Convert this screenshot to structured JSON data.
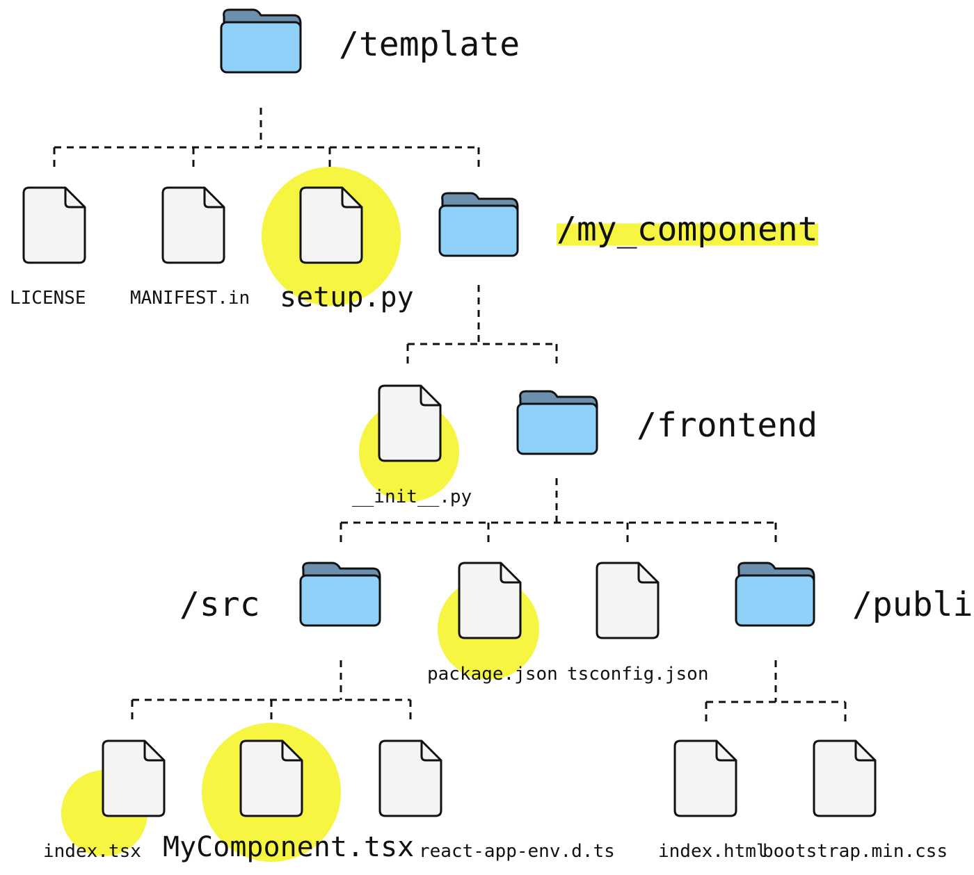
{
  "colors": {
    "folder_fill": "#8ed0f7",
    "folder_tab": "#6b8fad",
    "file_fill": "#f4f4f4",
    "highlight": "#f5f542",
    "stroke": "#111111"
  },
  "tree": {
    "root": {
      "label": "/template",
      "icon": "folder-icon"
    },
    "template_children": [
      {
        "label": "LICENSE",
        "icon": "file-icon",
        "highlighted": false
      },
      {
        "label": "MANIFEST.in",
        "icon": "file-icon",
        "highlighted": false
      },
      {
        "label": "setup.py",
        "icon": "file-icon",
        "highlighted": true
      },
      {
        "label": "/my_component",
        "icon": "folder-icon",
        "highlighted": true
      }
    ],
    "my_component_children": [
      {
        "label": "__init__.py",
        "icon": "file-icon",
        "highlighted": true
      },
      {
        "label": "/frontend",
        "icon": "folder-icon",
        "highlighted": false
      }
    ],
    "frontend_children": [
      {
        "label": "/src",
        "icon": "folder-icon",
        "highlighted": false
      },
      {
        "label": "package.json",
        "icon": "file-icon",
        "highlighted": true
      },
      {
        "label": "tsconfig.json",
        "icon": "file-icon",
        "highlighted": false
      },
      {
        "label": "/public",
        "icon": "folder-icon",
        "highlighted": false
      }
    ],
    "src_children": [
      {
        "label": "index.tsx",
        "icon": "file-icon",
        "highlighted": true
      },
      {
        "label": "MyComponent.tsx",
        "icon": "file-icon",
        "highlighted": true
      },
      {
        "label": "react-app-env.d.ts",
        "icon": "file-icon",
        "highlighted": false
      }
    ],
    "public_children": [
      {
        "label": "index.html",
        "icon": "file-icon",
        "highlighted": false
      },
      {
        "label": "bootstrap.min.css",
        "icon": "file-icon",
        "highlighted": false
      }
    ]
  }
}
